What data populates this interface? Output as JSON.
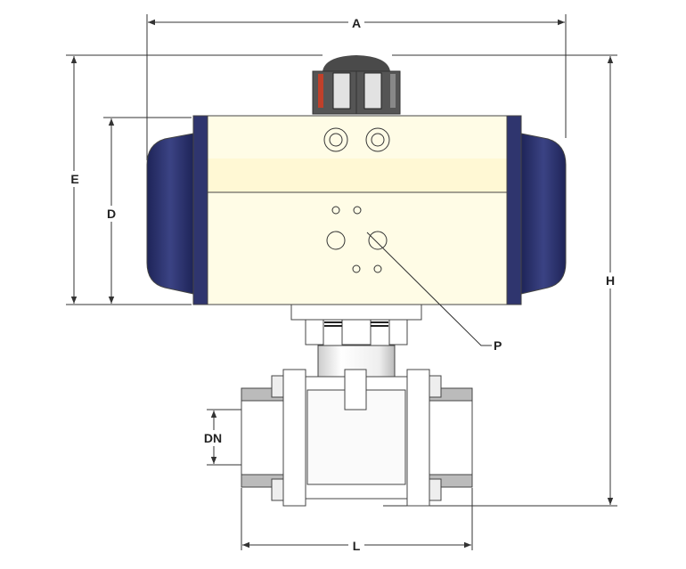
{
  "dimensions": {
    "A": "A",
    "E": "E",
    "D": "D",
    "H": "H",
    "P": "P",
    "DN": "DN",
    "L": "L"
  },
  "colors": {
    "actuator_body": "#fffce6",
    "end_cap": "#2f356e",
    "indicator": "#4a4a4a",
    "indicator_red": "#c0402a",
    "valve_body": "#ffffff"
  }
}
